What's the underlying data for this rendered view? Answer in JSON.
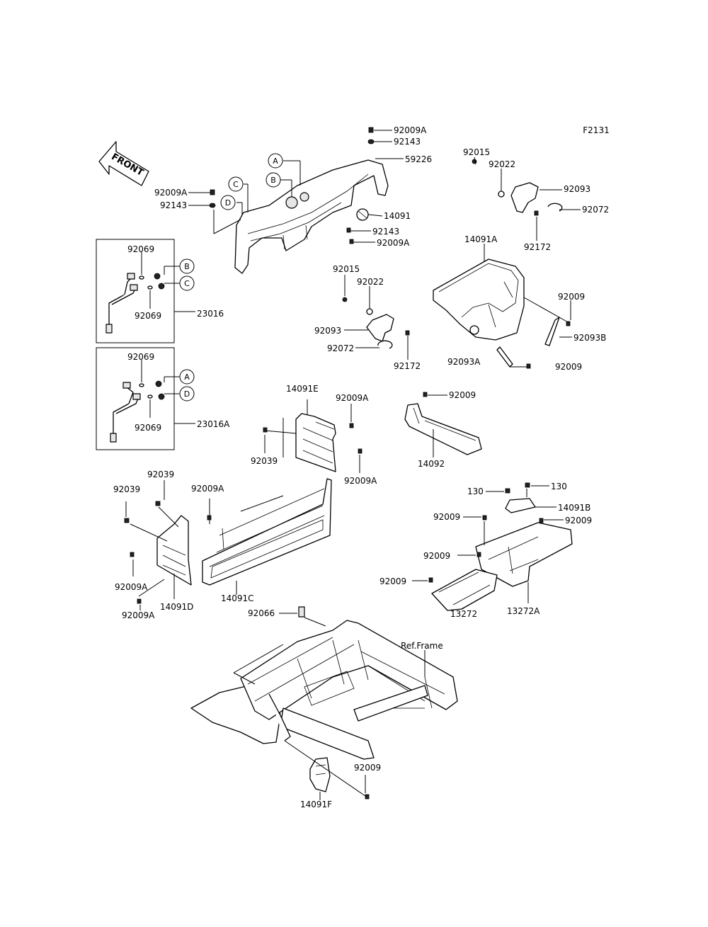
{
  "figure_id": "F2131",
  "front_label": "FRONT",
  "labels": {
    "l_92009A_top": "92009A",
    "l_92143_top": "92143",
    "l_59226": "59226",
    "l_14091": "14091",
    "l_92143_mid": "92143",
    "l_92009A_mid": "92009A",
    "l_92009A_left": "92009A",
    "l_92143_left": "92143",
    "l_92015_r": "92015",
    "l_92022_r": "92022",
    "l_92093_r": "92093",
    "l_92072_r": "92072",
    "l_92172_r": "92172",
    "l_14091A": "14091A",
    "l_92015_c": "92015",
    "l_92022_c": "92022",
    "l_92093_c": "92093",
    "l_92072_c": "92072",
    "l_92172_c": "92172",
    "l_92009_r1": "92009",
    "l_92093B": "92093B",
    "l_92093A": "92093A",
    "l_92009_r2": "92009",
    "l_92069_1": "92069",
    "l_92069_2": "92069",
    "l_23016": "23016",
    "l_92069_3": "92069",
    "l_92069_4": "92069",
    "l_23016A": "23016A",
    "l_14091E": "14091E",
    "l_92009A_e1": "92009A",
    "l_92039_e": "92039",
    "l_92009A_e2": "92009A",
    "l_92009_92": "92009",
    "l_14092": "14092",
    "l_92039_a": "92039",
    "l_92039_b": "92039",
    "l_92009A_c": "92009A",
    "l_92009A_d1": "92009A",
    "l_14091D": "14091D",
    "l_92009A_d2": "92009A",
    "l_14091C": "14091C",
    "l_130_a": "130",
    "l_130_b": "130",
    "l_14091B": "14091B",
    "l_92009_f1": "92009",
    "l_92009_f2": "92009",
    "l_92009_f3": "92009",
    "l_92009_f4": "92009",
    "l_13272A": "13272A",
    "l_13272": "13272",
    "l_92066": "92066",
    "l_ref_frame": "Ref.Frame",
    "l_92009_bot": "92009",
    "l_14091F": "14091F"
  },
  "callouts": {
    "A": "A",
    "B": "B",
    "C": "C",
    "D": "D"
  }
}
